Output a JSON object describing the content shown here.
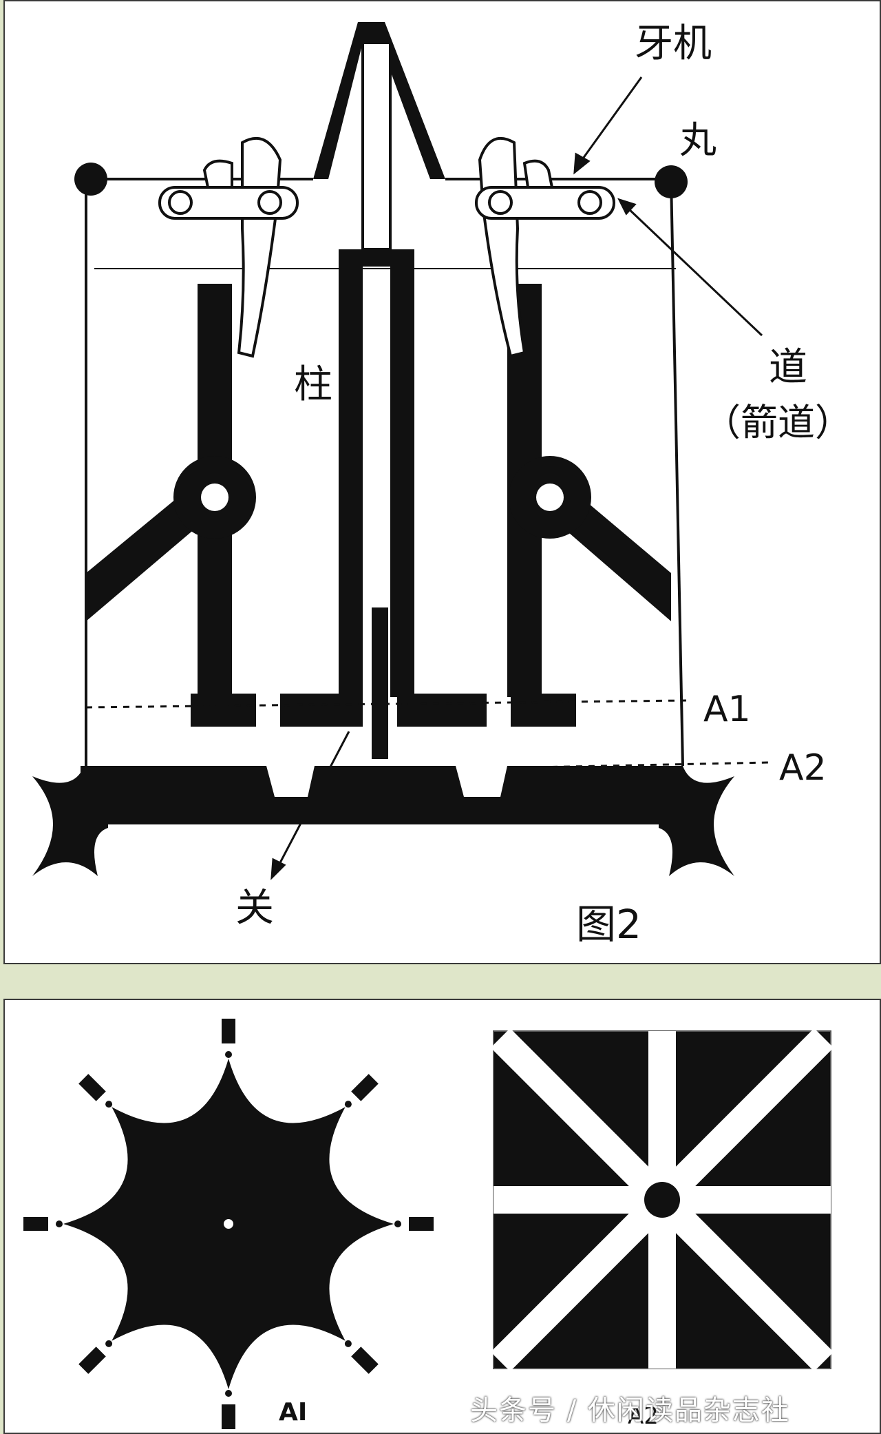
{
  "top_figure": {
    "labels": {
      "ya_ji": "牙机",
      "wan": "丸",
      "zhu": "柱",
      "dao": "道",
      "jian_dao": "（箭道）",
      "a1": "A1",
      "a2": "A2",
      "guan": "关",
      "figure_caption": "图2"
    }
  },
  "bottom_figure": {
    "labels": {
      "star_caption": "AI",
      "square_caption": "A2"
    }
  },
  "watermark": "头条号 / 休闲读品杂志社",
  "colors": {
    "ink": "#111111",
    "paper": "#ffffff",
    "background": "#dfe6c9"
  }
}
